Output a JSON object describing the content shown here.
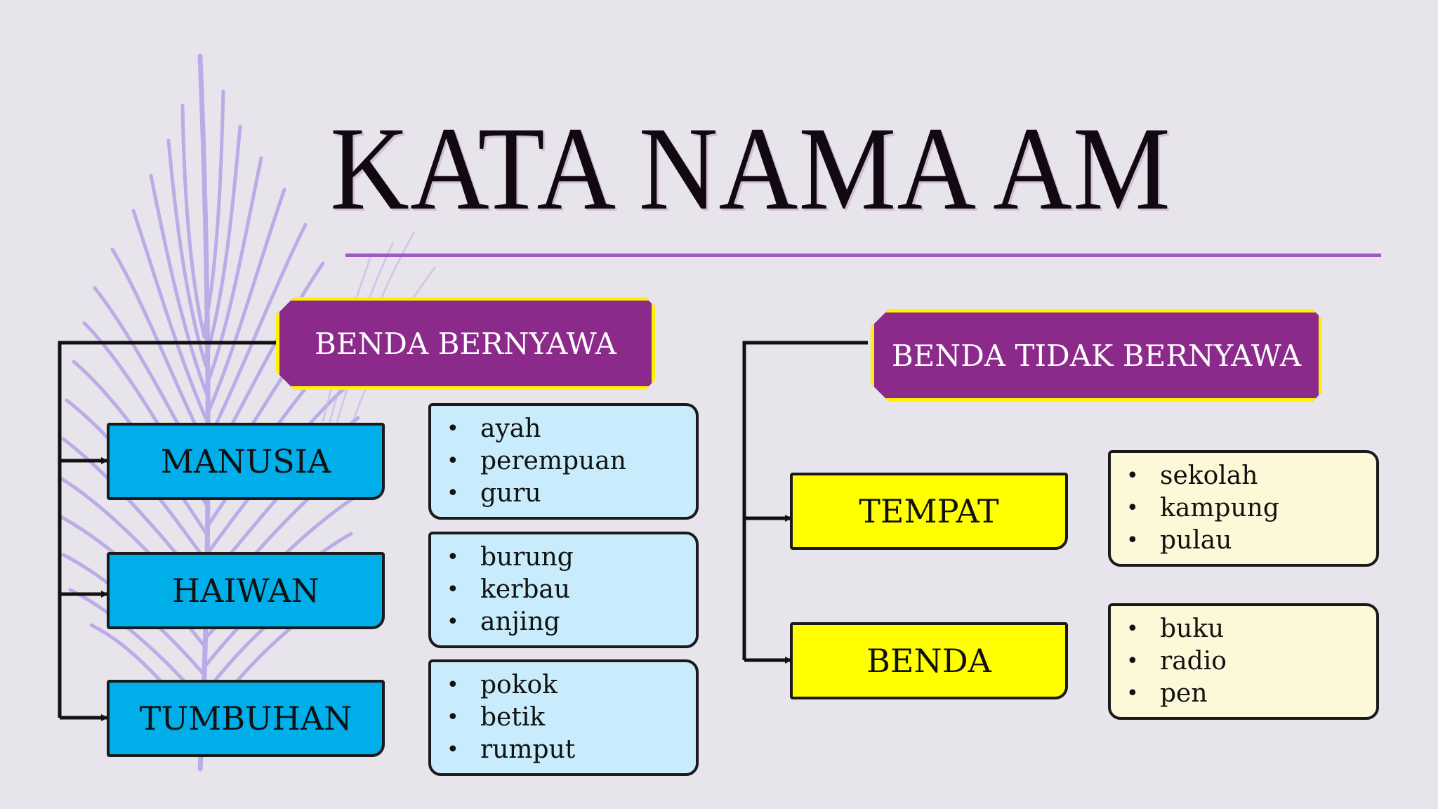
{
  "title": "KATA NAMA AM",
  "colors": {
    "background": "#e8e4ec",
    "category_fill": "#8c2a8c",
    "category_border": "#fff200",
    "living_fill": "#00aeea",
    "living_list_fill": "#c8ecfb",
    "nonliving_fill": "#ffff00",
    "nonliving_list_fill": "#fdf9d8",
    "title_rule": "#9b59c9"
  },
  "decoration": "feather-icon",
  "left": {
    "label": "BENDA BERNYAWA",
    "groups": [
      {
        "label": "MANUSIA",
        "items": [
          "ayah",
          "perempuan",
          "guru"
        ]
      },
      {
        "label": "HAIWAN",
        "items": [
          "burung",
          "kerbau",
          "anjing"
        ]
      },
      {
        "label": "TUMBUHAN",
        "items": [
          "pokok",
          "betik",
          "rumput"
        ]
      }
    ]
  },
  "right": {
    "label": "BENDA TIDAK BERNYAWA",
    "groups": [
      {
        "label": "TEMPAT",
        "items": [
          "sekolah",
          "kampung",
          "pulau"
        ]
      },
      {
        "label": "BENDA",
        "items": [
          "buku",
          "radio",
          "pen"
        ]
      }
    ]
  }
}
